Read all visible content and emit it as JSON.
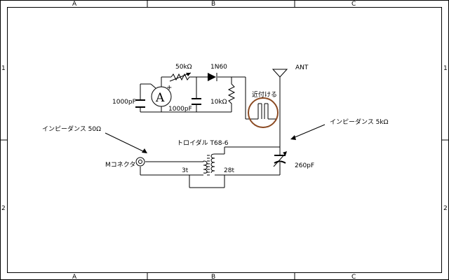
{
  "frame": {
    "columns": [
      "A",
      "B",
      "C"
    ],
    "rows": [
      "1",
      "2"
    ]
  },
  "labels": {
    "resistor_50k": "50kΩ",
    "diode": "1N60",
    "antenna": "ANT",
    "cap_left": "1000pF",
    "ammeter": "A",
    "plus": "+",
    "cap_mid": "1000pF",
    "resistor_10k": "10kΩ",
    "near": "近付ける",
    "imp_50": "インピーダンス 50Ω",
    "imp_5k": "インピーダンス 5kΩ",
    "toroid": "トロイダル T68-6",
    "connector": "Mコネクタ",
    "turns_3": "3t",
    "turns_28": "28t",
    "cap_var": "260pF"
  },
  "colors": {
    "coil": "#8b4a22",
    "line": "#000000"
  }
}
